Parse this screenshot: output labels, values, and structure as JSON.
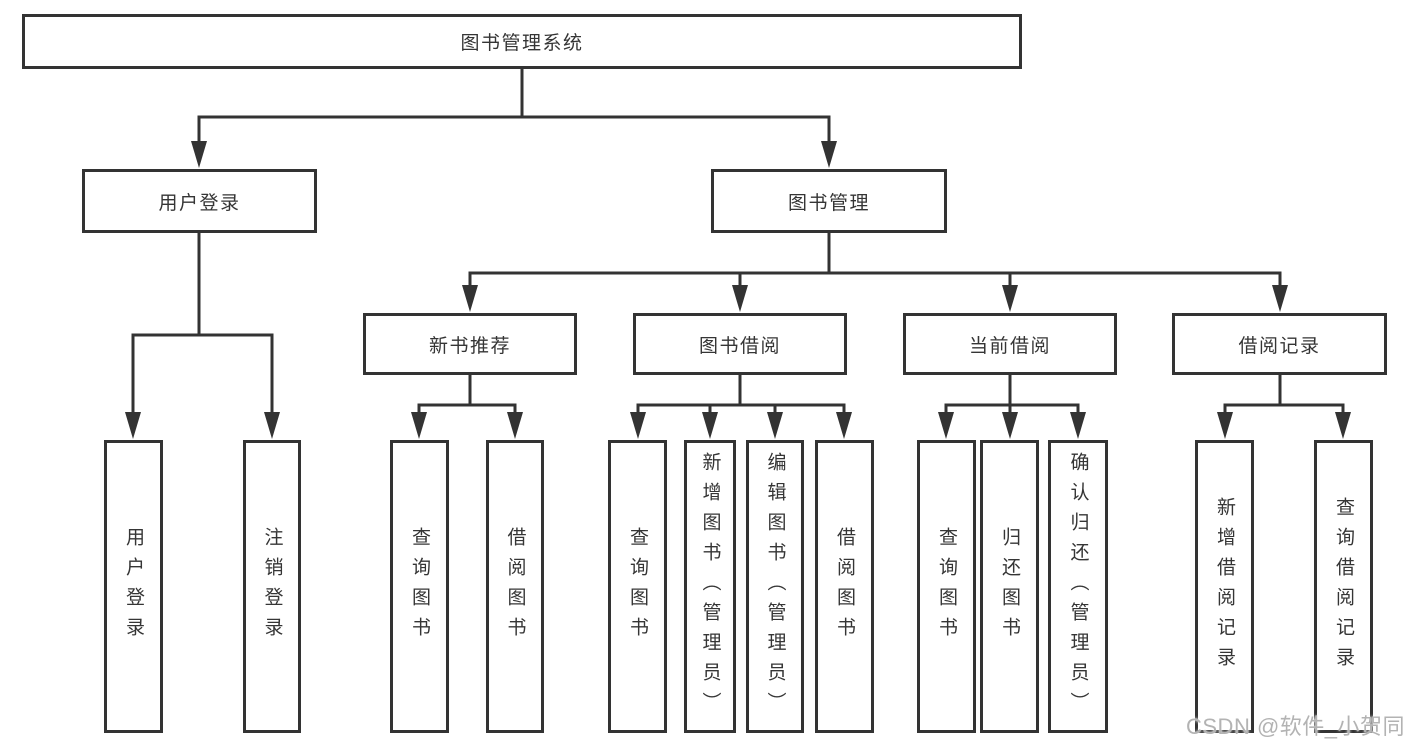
{
  "diagram": {
    "root": {
      "label": "图书管理系统"
    },
    "user_login": {
      "label": "用户登录",
      "children": [
        "用户登录",
        "注销登录"
      ]
    },
    "book_management": {
      "label": "图书管理",
      "children": {
        "new_book_recommend": {
          "label": "新书推荐",
          "children": [
            "查询图书",
            "借阅图书"
          ]
        },
        "book_borrowing": {
          "label": "图书借阅",
          "children": [
            "查询图书",
            "新增图书（管理员）",
            "编辑图书（管理员）",
            "借阅图书"
          ]
        },
        "current_borrowing": {
          "label": "当前借阅",
          "children": [
            "查询图书",
            "归还图书",
            "确认归还（管理员）"
          ]
        },
        "borrowing_records": {
          "label": "借阅记录",
          "children": [
            "新增借阅记录",
            "查询借阅记录"
          ]
        }
      }
    }
  },
  "watermark": {
    "text": "CSDN @软件_小贺同学"
  },
  "colors": {
    "line": "#333333",
    "text": "#353535",
    "background": "#ffffff",
    "watermark": "#b3b3b3"
  }
}
